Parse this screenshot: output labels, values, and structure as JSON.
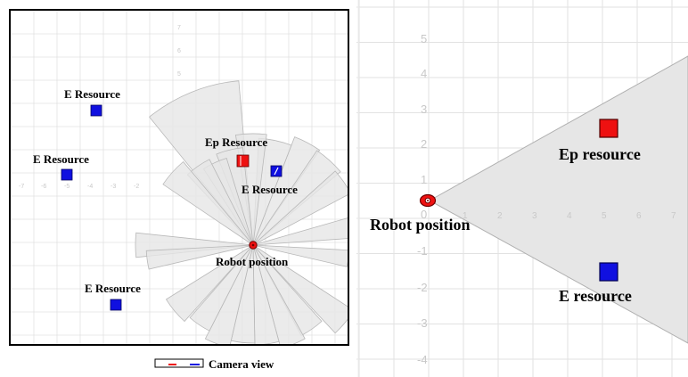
{
  "left_panel": {
    "labels": {
      "e_resource_1": "E Resource",
      "e_resource_2": "E Resource",
      "e_resource_3": "E Resource",
      "e_resource_4": "E Resource",
      "ep_resource": "Ep Resource",
      "robot": "Robot position"
    },
    "x_ticks": [
      "-7",
      "-6",
      "-5",
      "-4",
      "-3",
      "-2"
    ],
    "y_ticks": [
      "7",
      "6",
      "5"
    ]
  },
  "legend": {
    "label": "Camera view"
  },
  "right_panel": {
    "labels": {
      "ep_resource": "Ep resource",
      "e_resource": "E resource",
      "robot": "Robot position"
    },
    "y_ticks": [
      "5",
      "4",
      "3",
      "2",
      "1",
      "0",
      "-1",
      "-2",
      "-3",
      "-4"
    ],
    "x_ticks": [
      "1",
      "2",
      "3",
      "4",
      "5",
      "6",
      "7"
    ]
  },
  "colors": {
    "e_resource": "#1010e0",
    "ep_resource": "#ee1111",
    "robot": "#ee1111",
    "camera_view_fill": "#e8e8e8",
    "grid": "#e2e2e2"
  },
  "icons": [
    "robot-icon",
    "ep-resource-marker",
    "e-resource-marker"
  ]
}
